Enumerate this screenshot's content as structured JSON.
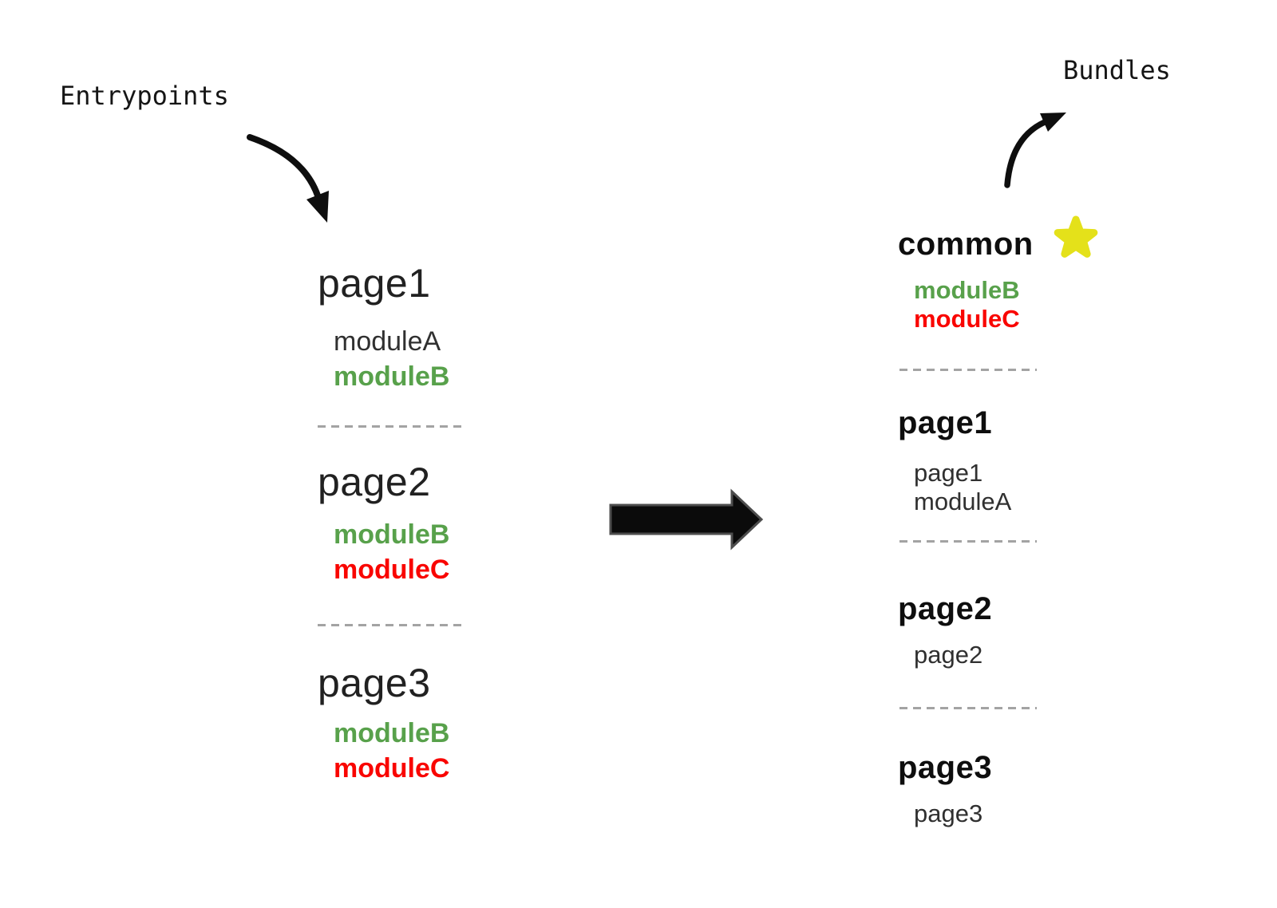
{
  "labels": {
    "entrypoints": "Entrypoints",
    "bundles": "Bundles"
  },
  "colors": {
    "background": "#ffffff",
    "text_dark": "#1c1c1c",
    "module_green": "#58a14b",
    "module_red": "#f90500",
    "star_yellow": "#e4e11a",
    "arrow_black": "#0c0c0c",
    "divider_gray": "#a3a3a3"
  },
  "icons": {
    "star": "★",
    "flow_arrow": "➔",
    "entry_arrow": "curved-down-right",
    "bundle_arrow": "curved-up-right"
  },
  "entrypoints": [
    {
      "name": "page1",
      "modules": [
        {
          "label": "moduleA",
          "color": "plain"
        },
        {
          "label": "moduleB",
          "color": "green"
        }
      ]
    },
    {
      "name": "page2",
      "modules": [
        {
          "label": "moduleB",
          "color": "green"
        },
        {
          "label": "moduleC",
          "color": "red"
        }
      ]
    },
    {
      "name": "page3",
      "modules": [
        {
          "label": "moduleB",
          "color": "green"
        },
        {
          "label": "moduleC",
          "color": "red"
        }
      ]
    }
  ],
  "bundles": [
    {
      "name": "common",
      "starred": true,
      "modules": [
        {
          "label": "moduleB",
          "color": "green"
        },
        {
          "label": "moduleC",
          "color": "red"
        }
      ]
    },
    {
      "name": "page1",
      "starred": false,
      "modules": [
        {
          "label": "page1",
          "color": "plain"
        },
        {
          "label": "moduleA",
          "color": "plain"
        }
      ]
    },
    {
      "name": "page2",
      "starred": false,
      "modules": [
        {
          "label": "page2",
          "color": "plain"
        }
      ]
    },
    {
      "name": "page3",
      "starred": false,
      "modules": [
        {
          "label": "page3",
          "color": "plain"
        }
      ]
    }
  ]
}
